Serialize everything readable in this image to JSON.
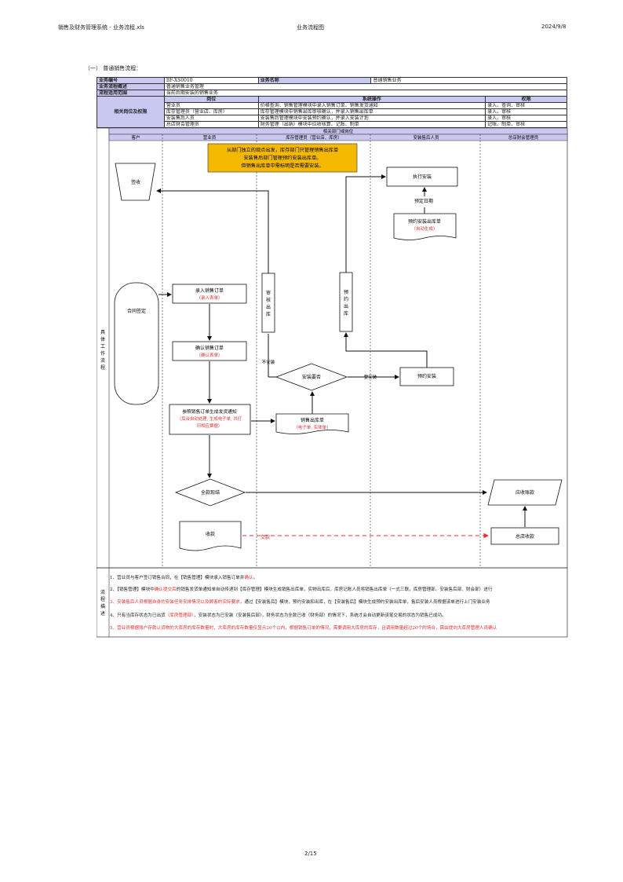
{
  "header": {
    "left": "销售及财务管理系统 - 业务流程.xls",
    "center": "业务流程图",
    "right": "2024/9/8",
    "page": "2/15"
  },
  "section_title": "（一）  普通销售流程：",
  "meta": {
    "code_label": "业务编号",
    "code_value": "BF-XS0010",
    "name_label": "业务名称",
    "name_value": "普通销售业务",
    "desc_label": "业务流程概述",
    "desc_value": "普通销售业务管理",
    "scope_label": "流程适用范围",
    "scope_value": "当前后期安装的销售业务",
    "roles_label": "相关岗位及权限",
    "col_post": "岗位",
    "col_ops": "系统操作",
    "col_perm": "权限",
    "roles": [
      {
        "post": "营业员",
        "ops": "价格查询、销售管理模块中录入销售订单、销售发货通知",
        "perm": "录入、查询、审核"
      },
      {
        "post": "库存管理员（营业店、库房）",
        "ops": "库存管理模块中销售出库审核确认，并录入销售出库单",
        "perm": "录入、审核"
      },
      {
        "post": "安装售后人员",
        "ops": "安装售后管理模块中安装预约确认，并录入安装计划",
        "perm": "录入、审核"
      },
      {
        "post": "总店财会管理员",
        "ops": "财务管理（出纳）模块中应收核算、记账、制单",
        "perm": "记账、制单、审核"
      }
    ]
  },
  "flow": {
    "dept_header": "相关部门或岗位",
    "side_label": "具体工作流程",
    "lanes": [
      "客户",
      "营业员",
      "库存管理员（营业店、库房）",
      "安装售后人员",
      "总店财会管理员"
    ],
    "notice": [
      "从部门独立的观点出发，库存部门只管理销售出库单",
      "安装售后部门管理预约安装出库单。",
      "但销售出库单中需标明是否需要安装。"
    ],
    "sign": "签收",
    "contract": "合同签定",
    "exec_install": "执行安装",
    "book_date": "预定日期",
    "reserve_out": "预约安装出库单",
    "reserve_out_sub": "（自动生成）",
    "audit_out": "审核出库",
    "reserve_out_v": "预约出库",
    "enter_order": "录入销售订单",
    "enter_order_pre": "录",
    "enter_order_sub": "（录入表单）",
    "confirm_order": "确认销售订单",
    "confirm_order_sub": "（确认表单）",
    "no_install": "不安装",
    "need_install_q": "安装要否",
    "need_install": "要安装",
    "reserve_install": "预约安装",
    "gen_notice": "参照销售订单生成发货通知",
    "gen_notice_sub1": "（后台自动处理, 生成电子单, 并打",
    "gen_notice_sub2": "印相应票据）",
    "sales_out": "销售出库单",
    "sales_out_sub": "（电子单, 实体单）",
    "settle": "全款现结",
    "receivable": "应收账款",
    "collect": "收款",
    "handover": "交款",
    "hq_collect": "总店收款"
  },
  "notes_label": "流程描述",
  "notes": [
    {
      "a": "1、营业员与客户签订销售合同，在【销售管理】模块录入销售订单并",
      "b": "确认",
      "c": "。"
    },
    {
      "a": "2、【销售管理】模块中",
      "b": "确认提交后",
      "c": "的销售发货单通知单自动传递到【库存管理】模块生成销售出库单，实物出库后，库房记账人员将销售出库单（一式三联，库房管理部、安装售后部、财会部）进行"
    },
    {
      "a": "",
      "b": "3、安装售后人员根据自身的安装任务安排情况以及顾客的实际要求",
      "c": "，通过【安装售后】模块，预约安装和出库，在【安装售后】模块生成预约安装出库单，售后安装人员根据该单进行上门安装业务"
    },
    {
      "a": "4、只有当库存状态为已出货",
      "b": "（库房管理部）",
      "c": "，安装状态为已安装（安装售后部），财务状态为全款已收（财务部）的情况下，系统才会自动更新该笔交易的状态为销售已成功。"
    },
    {
      "a": "",
      "b": "5、营业员根据账户存款认货物的大库房的库存数量时，大库房的库存数量仅显示20个以内，根据销售订单的情况，需要调用大库房的库存，且调用数量超过20个的场合，需由提向大库房管理人员确认",
      "c": ""
    }
  ]
}
